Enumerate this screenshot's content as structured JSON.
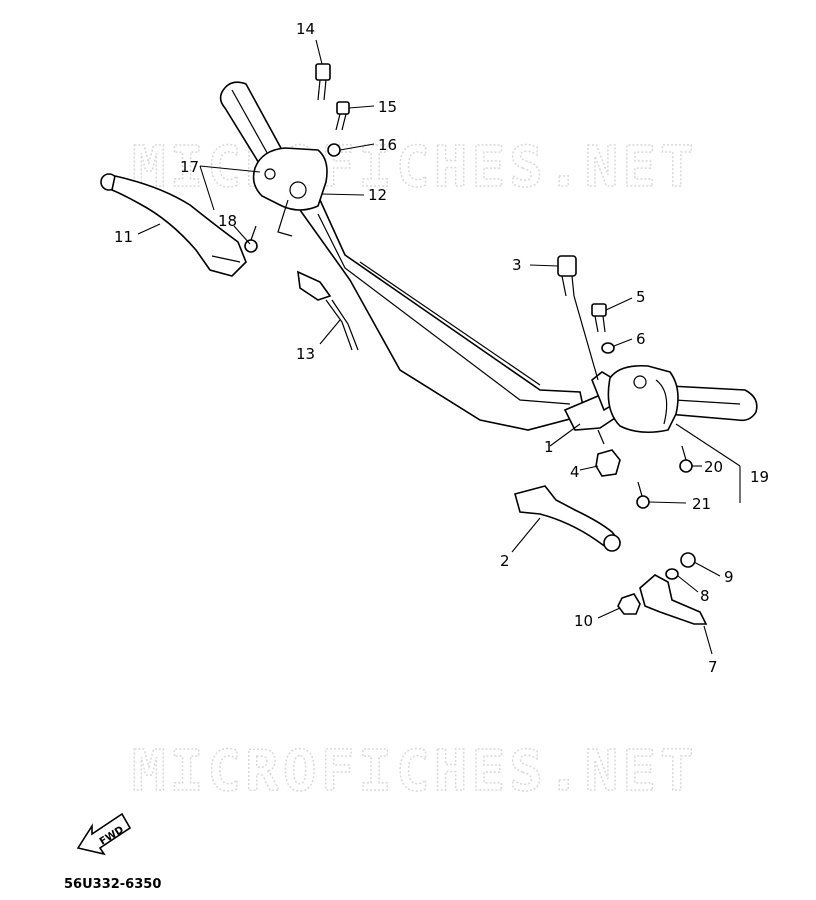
{
  "watermark": {
    "top": "MICROFICHES.NET",
    "bottom": "MICROFICHES.NET"
  },
  "callouts": [
    "1",
    "2",
    "3",
    "4",
    "5",
    "6",
    "7",
    "8",
    "9",
    "10",
    "11",
    "12",
    "13",
    "14",
    "15",
    "16",
    "17",
    "18",
    "19",
    "20",
    "21"
  ],
  "arrow_label": "FWD",
  "diagram_code": "56U332-6350"
}
